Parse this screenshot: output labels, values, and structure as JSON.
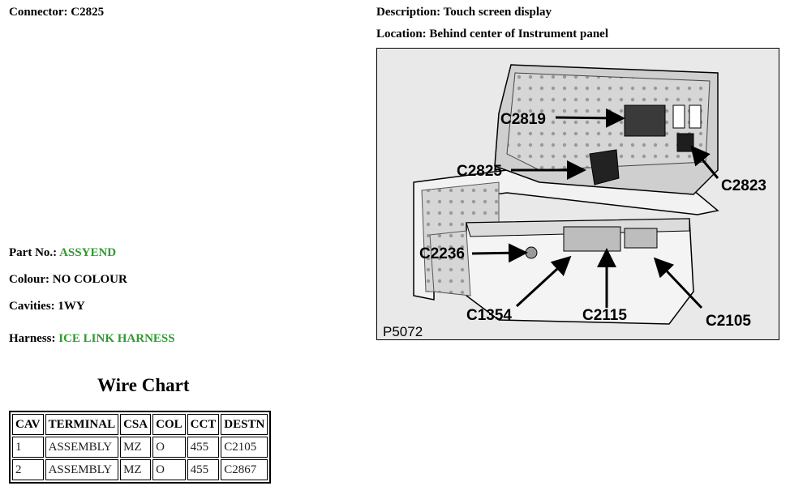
{
  "connector": {
    "label": "Connector:",
    "value": "C2825"
  },
  "description": {
    "label": "Description:",
    "value": "Touch screen display"
  },
  "location": {
    "label": "Location:",
    "value": "Behind center of Instrument panel"
  },
  "part_no": {
    "label": "Part No.:",
    "value": "ASSYEND"
  },
  "colour": {
    "label": "Colour:",
    "value": "NO COLOUR"
  },
  "cavities": {
    "label": "Cavities:",
    "value": "1WY"
  },
  "harness": {
    "label": "Harness:",
    "value": "ICE LINK HARNESS"
  },
  "figure": {
    "id": "P5072",
    "callouts": {
      "c2819": "C2819",
      "c2825": "C2825",
      "c2823": "C2823",
      "c2236": "C2236",
      "c1354": "C1354",
      "c2115": "C2115",
      "c2105": "C2105"
    }
  },
  "wire_chart": {
    "title": "Wire Chart",
    "headers": [
      "CAV",
      "TERMINAL",
      "CSA",
      "COL",
      "CCT",
      "DESTN"
    ],
    "rows": [
      [
        "1",
        "ASSEMBLY",
        "MZ",
        "O",
        "455",
        "C2105"
      ],
      [
        "2",
        "ASSEMBLY",
        "MZ",
        "O",
        "455",
        "C2867"
      ]
    ]
  },
  "colors": {
    "link": "#2e9a2e",
    "figure_bg": "#e9e9e9"
  }
}
